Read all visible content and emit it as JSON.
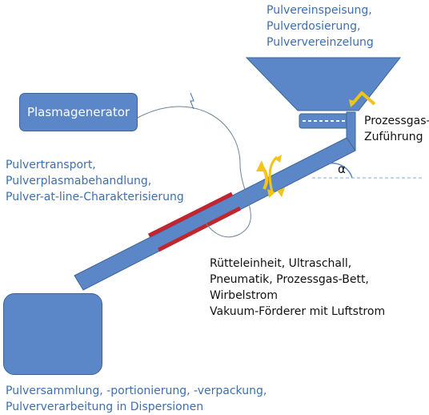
{
  "plasma_generator": {
    "label": "Plasmagenerator"
  },
  "powder_feed": {
    "lines": [
      "Pulvereinspeisung,",
      "Pulverdosierung,",
      "Pulververeinzelung"
    ]
  },
  "process_gas": {
    "lines": [
      "Prozessgas-",
      "Zuführung"
    ]
  },
  "angle_symbol": "α",
  "powder_transport": {
    "lines": [
      "Pulvertransport,",
      "Pulverplasmabehandlung,",
      "Pulver-at-line-Charakterisierung"
    ]
  },
  "agitation": {
    "lines": [
      "Rütteleinheit, Ultraschall,",
      "Pneumatik, Prozessgas-Bett,",
      "Wirbelstrom",
      "Vakuum-Förderer mit Luftstrom"
    ]
  },
  "collection": {
    "lines": [
      "Pulversammlung, -portionierung, -verpackung,",
      "Pulververarbeitung in Dispersionen"
    ]
  },
  "colors": {
    "shape_fill": "#5b86c8",
    "shape_stroke": "#3d6591",
    "text_blue": "#3d6fb0",
    "plasma_zone": "#c0262d",
    "arrow_yellow": "#f0c419",
    "cable": "#6b8699"
  }
}
